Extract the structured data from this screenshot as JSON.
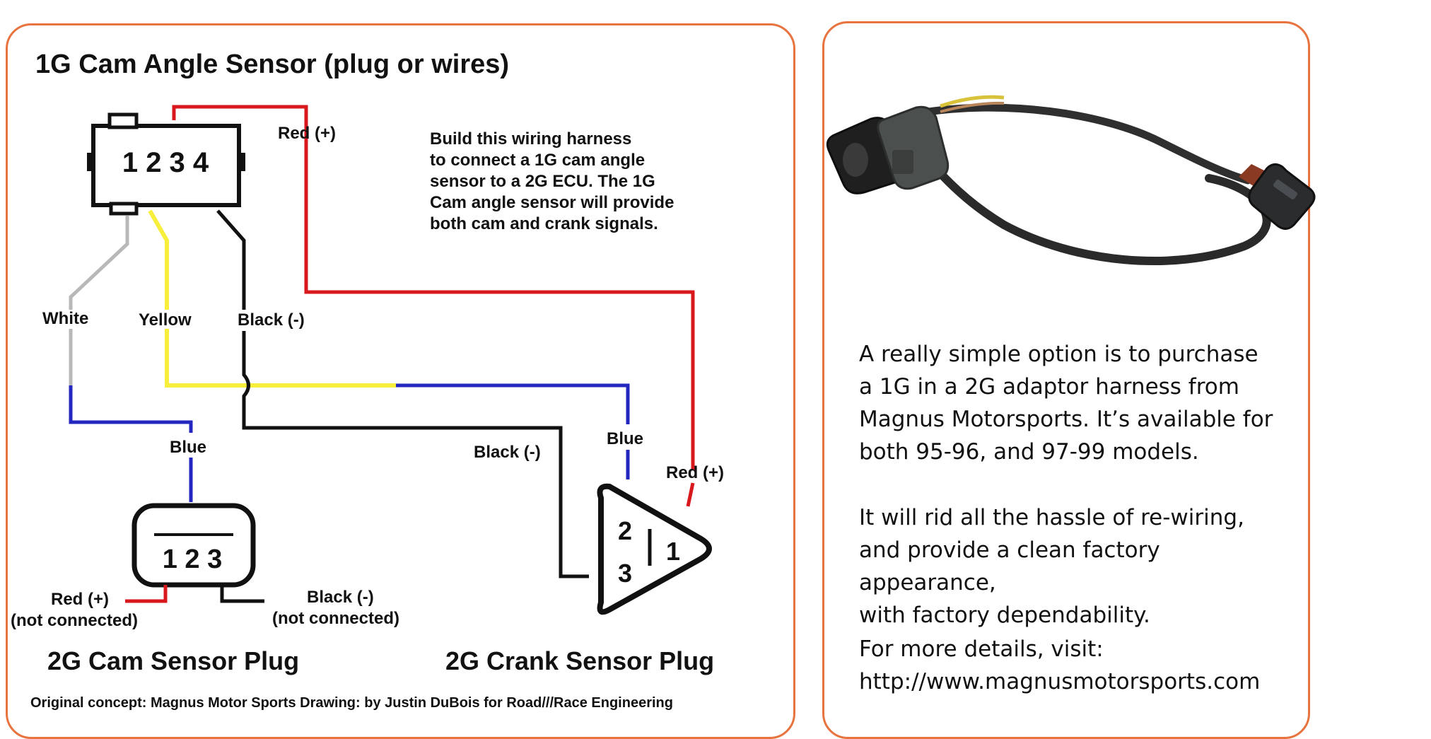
{
  "diagram": {
    "title": "1G Cam Angle Sensor (plug or wires)",
    "sensor_pins": "1 2 3 4",
    "note_lines": [
      "Build this wiring harness",
      "to connect a 1G cam angle",
      "sensor to a 2G ECU.  The 1G",
      "Cam angle sensor will provide",
      "both cam and crank signals."
    ],
    "wire_labels": {
      "red_top": "Red (+)",
      "white": "White",
      "yellow": "Yellow",
      "black_top": "Black (-)",
      "blue_left": "Blue",
      "blue_right": "Blue",
      "black_mid": "Black (-)",
      "red_right": "Red (+)"
    },
    "cam_plug": {
      "pins": "1 2 3",
      "red_label": "Red (+)",
      "red_sub": "(not connected)",
      "black_label": "Black (-)",
      "black_sub": "(not connected)",
      "title": "2G Cam Sensor Plug"
    },
    "crank_plug": {
      "pin2": "2",
      "pin3": "3",
      "pin1": "1",
      "title": "2G Crank Sensor Plug"
    },
    "credits": "Original concept: Magnus Motor Sports   Drawing: by Justin DuBois for Road///Race Engineering",
    "colors": {
      "red": "#d8181c",
      "yellow": "#f7ef3b",
      "gray": "#b8b8b8",
      "blue": "#2327c0",
      "black": "#111111",
      "border": "#e8733e"
    }
  },
  "right": {
    "para1_lines": [
      "A really simple option is to purchase",
      "a 1G in a 2G adaptor harness from",
      "Magnus Motorsports. It’s available for",
      "both 95-96, and 97-99 models."
    ],
    "para2_lines": [
      "It will rid all the hassle of re-wiring,",
      "and provide a clean factory appearance,",
      "with factory dependability."
    ],
    "details_label": "For more details, visit:",
    "details_url": "http://www.magnusmotorsports.com"
  }
}
